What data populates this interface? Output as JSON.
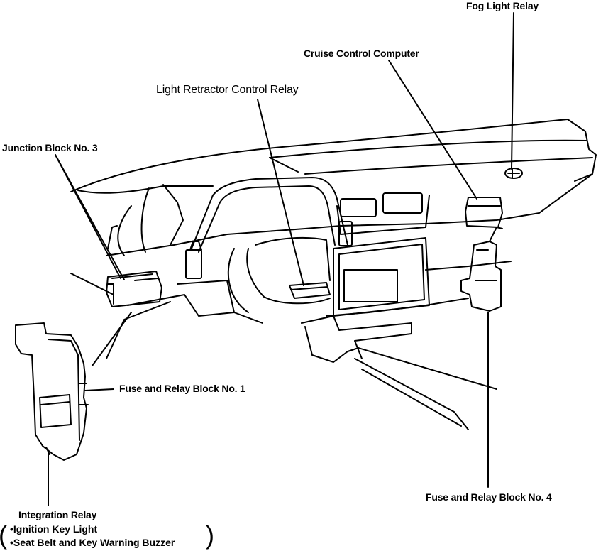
{
  "labels": {
    "fog_light_relay": "Fog Light Relay",
    "cruise_control_computer": "Cruise Control Computer",
    "light_retractor_control_relay": "Light Retractor Control Relay",
    "junction_block_3": "Junction Block No. 3",
    "fuse_relay_block_1": "Fuse and Relay Block No. 1",
    "fuse_relay_block_4": "Fuse and Relay Block No. 4",
    "integration_relay": {
      "title": "Integration Relay",
      "items": [
        "Ignition Key Light",
        "Seat Belt and Key Warning Buzzer"
      ]
    }
  },
  "colors": {
    "ink": "#000000",
    "background": "#ffffff"
  }
}
